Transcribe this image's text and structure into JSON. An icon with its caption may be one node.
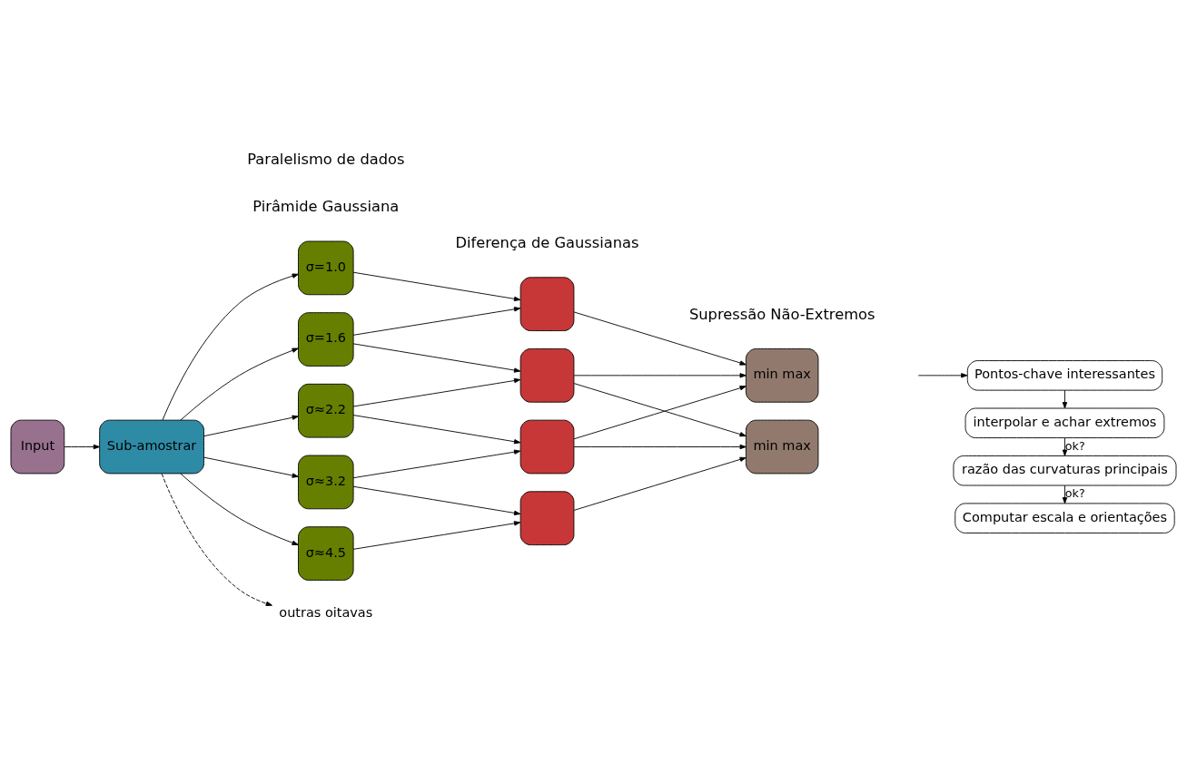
{
  "diagram": {
    "nodes": [
      {
        "text": [
          "Input"
        ]
      },
      {
        "text": [
          "Sub-amostrar"
        ]
      },
      {
        "text": [
          "σ=1.0"
        ]
      },
      {
        "text": [
          "σ=1.6"
        ]
      },
      {
        "text": [
          "σ≈2.2"
        ]
      },
      {
        "text": [
          "σ≈3.2"
        ]
      },
      {
        "text": [
          "σ≈4.5"
        ]
      },
      {
        "text": [],
        "shape": "box"
      },
      {
        "text": [],
        "shape": "box"
      },
      {
        "text": [],
        "shape": "box"
      },
      {
        "text": [],
        "shape": "box"
      },
      {
        "text": [
          "min max"
        ]
      },
      {
        "text": [
          "min max"
        ]
      },
      {
        "text": [
          "Pontos-chave interessantes"
        ]
      },
      {
        "text": [
          "interpolar e achar extremos"
        ]
      },
      {
        "text": [
          "razão das curvaturas principais"
        ]
      },
      {
        "text": [
          "Computar escala e orientações"
        ]
      },
      {
        "text": [
          "outras oitavas"
        ]
      }
    ],
    "edges": [
      {
        "from": 0,
        "to": 1,
        "arrow": "to"
      },
      {
        "from": 1,
        "to": 2,
        "arrow": "to"
      },
      {
        "from": 1,
        "to": 3,
        "arrow": "to"
      },
      {
        "from": 1,
        "to": 4,
        "arrow": "to"
      },
      {
        "from": 1,
        "to": 5,
        "arrow": "to"
      },
      {
        "from": 1,
        "to": 6,
        "arrow": "to"
      },
      {
        "from": 2,
        "to": 7,
        "arrow": "to"
      },
      {
        "from": 3,
        "to": 7,
        "arrow": "to"
      },
      {
        "from": 3,
        "to": 8,
        "arrow": "to"
      },
      {
        "from": 4,
        "to": 8,
        "arrow": "to"
      },
      {
        "from": 4,
        "to": 9,
        "arrow": "to"
      },
      {
        "from": 5,
        "to": 9,
        "arrow": "to"
      },
      {
        "from": 5,
        "to": 10,
        "arrow": "to"
      },
      {
        "from": 6,
        "to": 10,
        "arrow": "to"
      },
      {
        "from": 7,
        "to": 11,
        "arrow": "to"
      },
      {
        "from": 8,
        "to": 11,
        "arrow": "to"
      },
      {
        "from": 8,
        "to": 12,
        "arrow": "to"
      },
      {
        "from": 9,
        "to": 11,
        "arrow": "to"
      },
      {
        "from": 9,
        "to": 12,
        "arrow": "to"
      },
      {
        "from": 10,
        "to": 12,
        "arrow": "to"
      },
      {
        "from": null,
        "to": 13,
        "arrow": "to"
      },
      {
        "from": 13,
        "to": 14,
        "arrow": "to"
      },
      {
        "from": 14,
        "to": 15,
        "arrow": "to",
        "label": "ok?"
      },
      {
        "from": 15,
        "to": 16,
        "arrow": "to",
        "label": "ok?"
      },
      {
        "from": 1,
        "to": 17,
        "arrow": "to",
        "style": "dashed"
      }
    ],
    "labels": [
      "Pirâmide Gaussiana",
      "Diferença de Gaussianas",
      "Supressão Não-Extremos",
      "Paralelismo de dados"
    ]
  }
}
